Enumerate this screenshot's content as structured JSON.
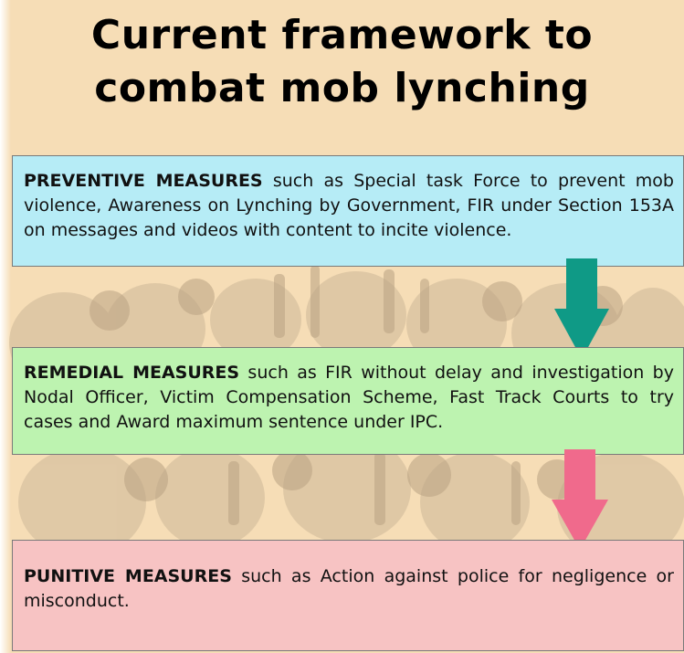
{
  "title": {
    "line1": "Current framework to",
    "line2": "combat mob lynching"
  },
  "colors": {
    "background": "#f6ddb6",
    "preventive_box": "#b6ecf6",
    "remedial_box": "#bdf3b0",
    "punitive_box": "#f7c3c3",
    "arrow_teal": "#0f9a86",
    "arrow_pink": "#f06a8c"
  },
  "steps": [
    {
      "lead": "PREVENTIVE MEASURES",
      "text": " such as Special task Force to prevent mob violence, Awareness on Lynching by Government, FIR under Section 153A on messages and videos with content to incite violence."
    },
    {
      "lead": "REMEDIAL MEASURES",
      "text": " such as FIR without delay and investigation by Nodal Officer, Victim Compensation Scheme, Fast Track Courts to try cases and Award maximum sentence under IPC."
    },
    {
      "lead": "PUNITIVE MEASURES",
      "text": " such as Action against police for negligence or misconduct."
    }
  ],
  "icons": {
    "arrow_1": "down-arrow-icon",
    "arrow_2": "down-arrow-icon",
    "background_art": "crowd-illustration"
  }
}
